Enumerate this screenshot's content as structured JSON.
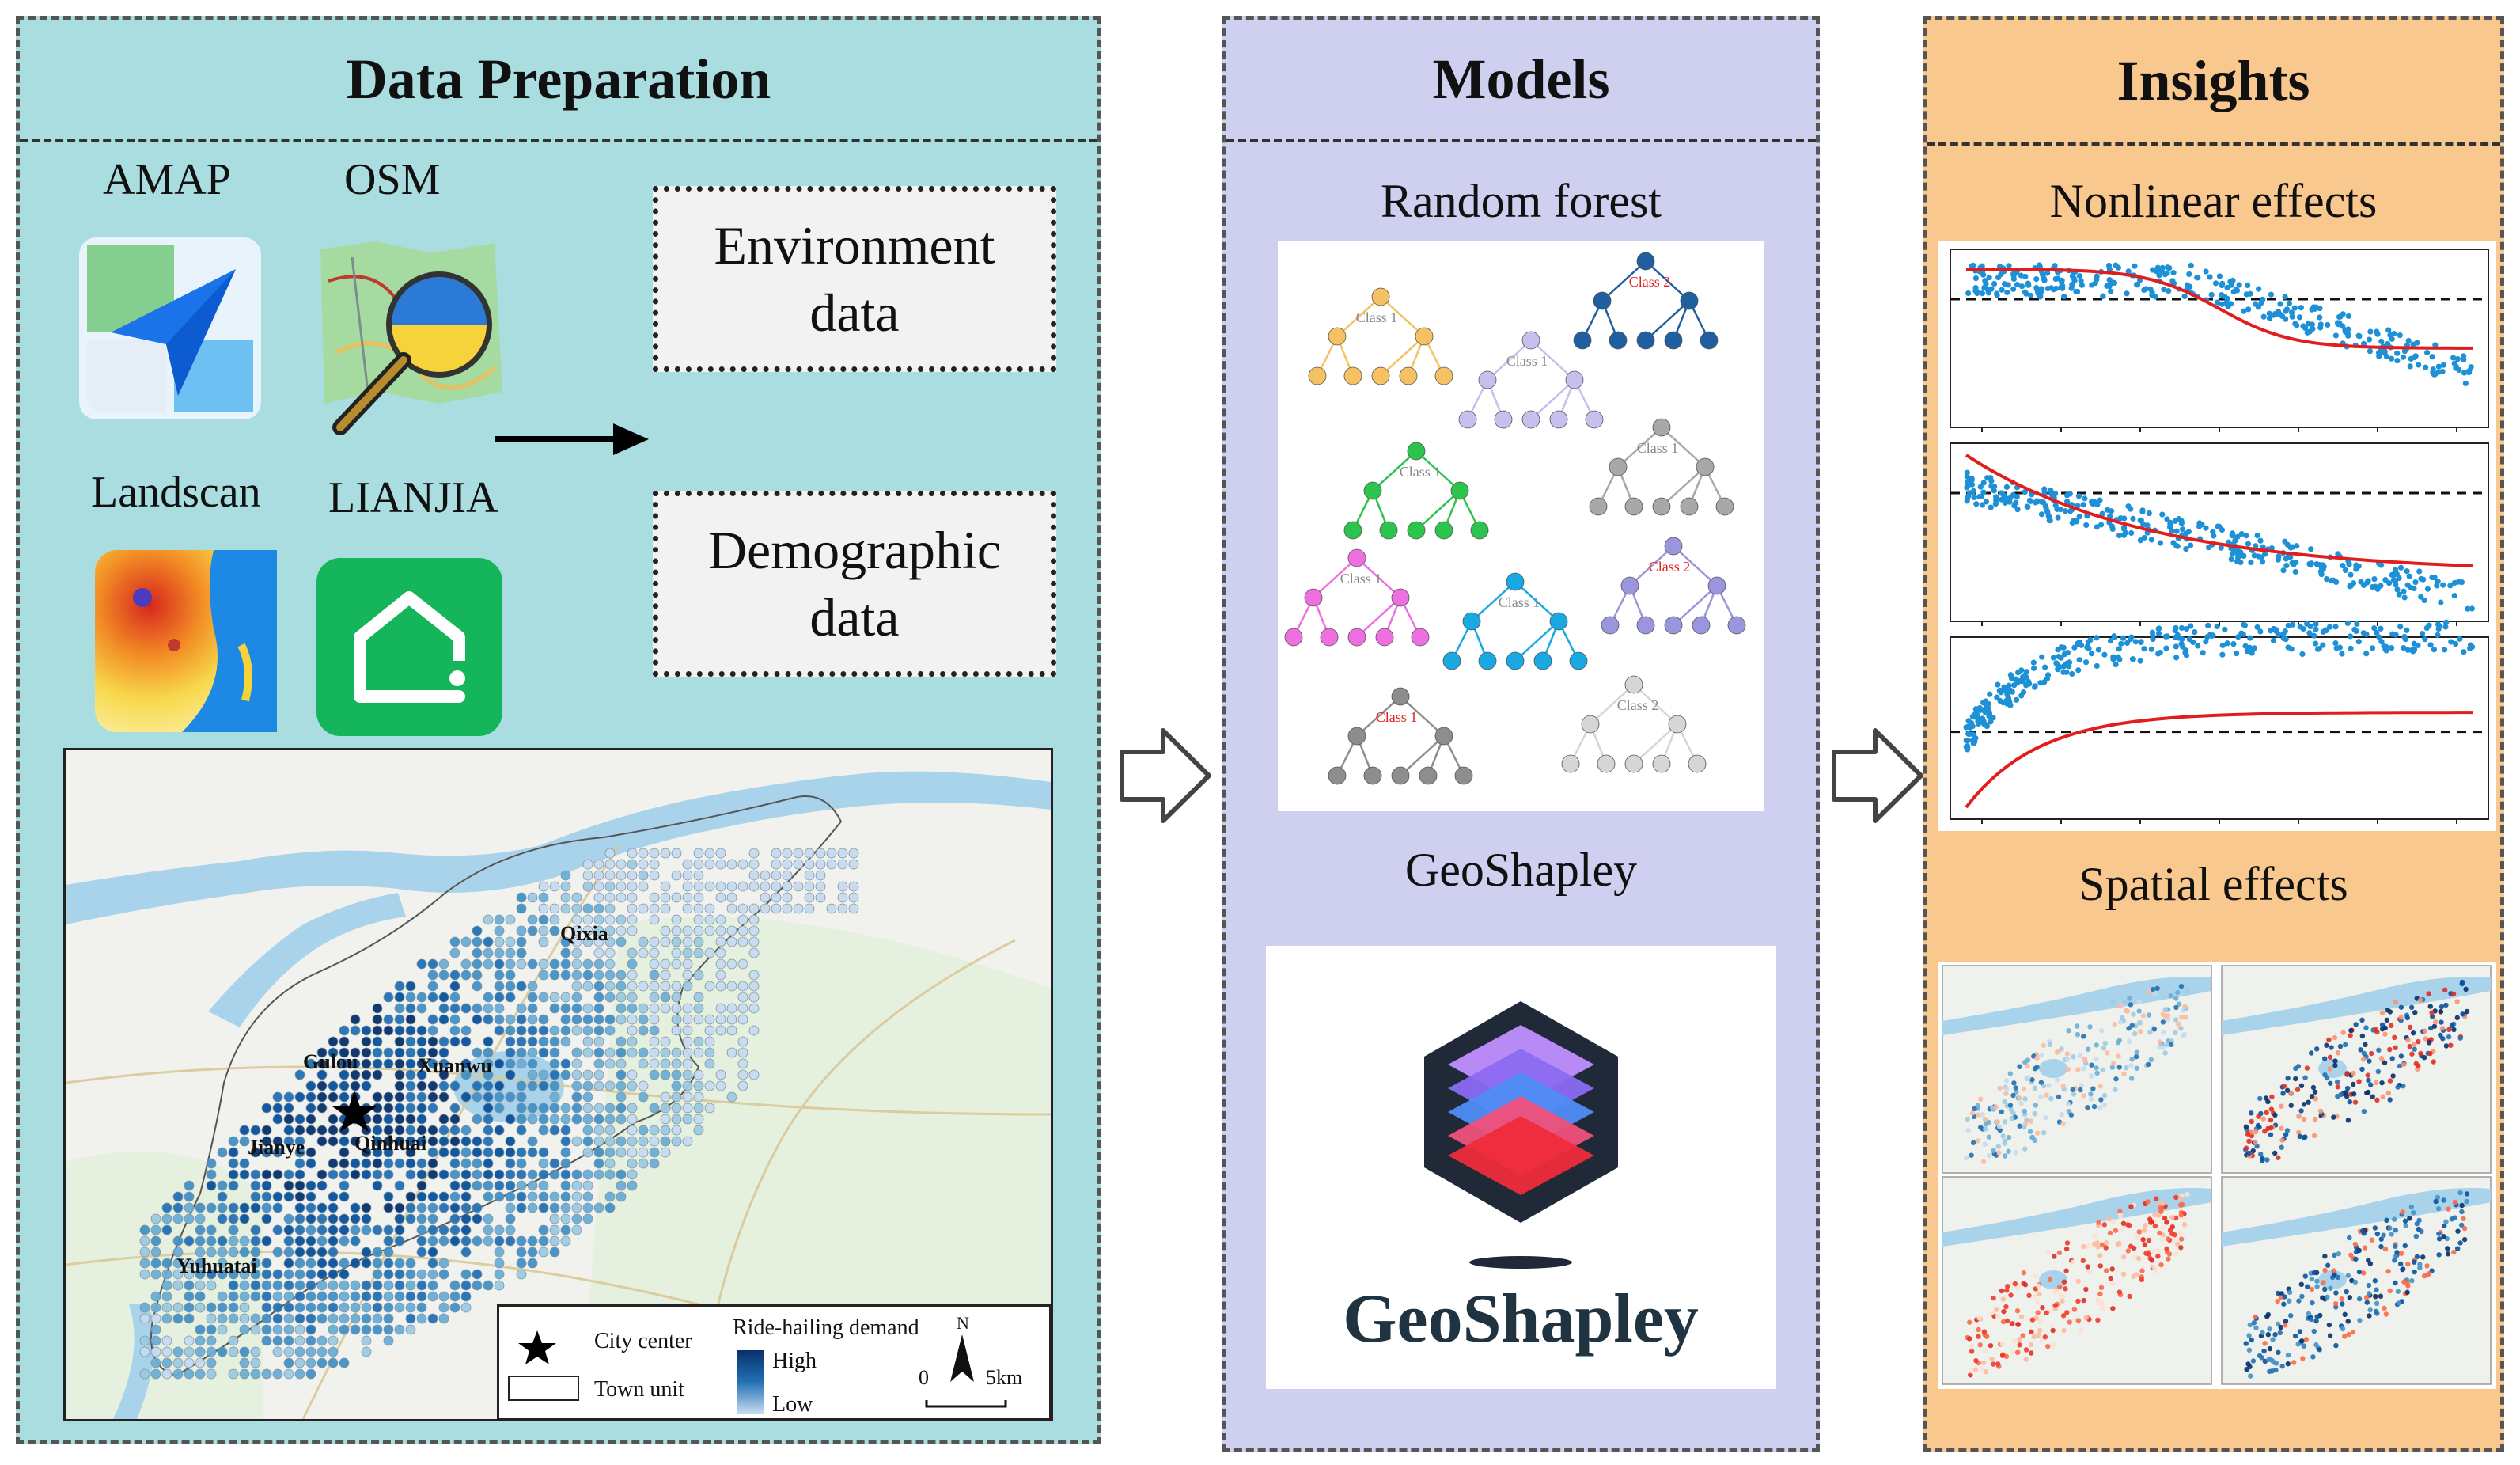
{
  "panels": {
    "data_preparation": {
      "title": "Data Preparation",
      "sources": {
        "amap": "AMAP",
        "osm": "OSM",
        "landscan": "Landscan",
        "lianjia": "LIANJIA"
      },
      "outputs": {
        "environment": [
          "Environment",
          "data"
        ],
        "demographic": [
          "Demographic",
          "data"
        ]
      },
      "map": {
        "districts": [
          "Qixia",
          "Gulou",
          "Xuanwu",
          "Jianye",
          "Qinhuai",
          "Yuhuatai"
        ],
        "legend": {
          "city_center": "City center",
          "town_unit": "Town unit",
          "demand_title": "Ride-hailing demand",
          "high": "High",
          "low": "Low",
          "scale_0": "0",
          "scale_5": "5km",
          "north": "N"
        }
      }
    },
    "models": {
      "title": "Models",
      "random_forest": "Random forest",
      "geoshapley": "GeoShapley",
      "logo_text": "GeoShapley",
      "tree_labels": [
        "Class 1",
        "Class 2",
        "Class 1",
        "Class 1",
        "Class 1",
        "Class 1",
        "Class 2",
        "Class 1",
        "Class 1",
        "Class 2",
        "Class 1"
      ]
    },
    "insights": {
      "title": "Insights",
      "nonlinear": "Nonlinear effects",
      "spatial": "Spatial effects"
    }
  },
  "colors": {
    "panel1_bg": "#aadde0",
    "panel2_bg": "#cfcff0",
    "panel3_bg": "#f8c88f",
    "scatter": "#1e90d6",
    "curve": "#e11d1d",
    "demand_high": "#08306b",
    "demand_low": "#c6dbef"
  },
  "icons": [
    "amap-logo",
    "osm-logo",
    "landscan-logo",
    "lianjia-logo",
    "star-icon",
    "north-arrow-icon",
    "geoshapley-logo",
    "hollow-arrow-icon"
  ]
}
